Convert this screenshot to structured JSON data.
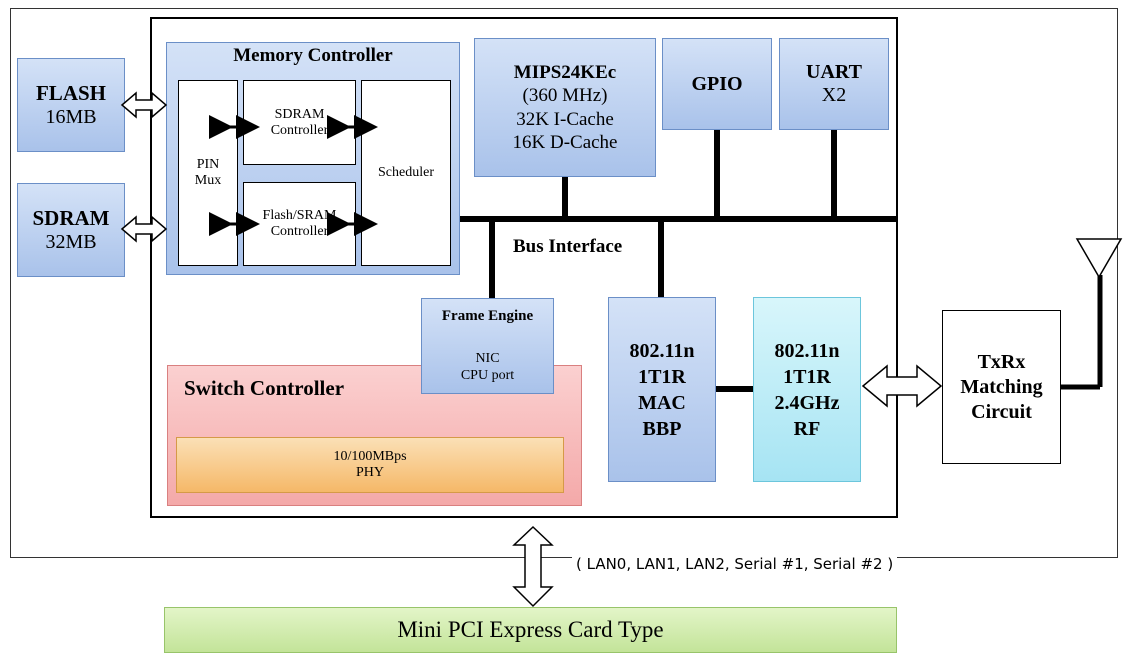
{
  "memory_controller": {
    "title": "Memory Controller",
    "pin_mux": [
      "PIN",
      "Mux"
    ],
    "sdram_controller": [
      "SDRAM",
      "Controller"
    ],
    "flash_sram_controller": [
      "Flash/SRAM",
      "Controller"
    ],
    "scheduler": "Scheduler"
  },
  "flash": {
    "name": "FLASH",
    "size": "16MB"
  },
  "sdram": {
    "name": "SDRAM",
    "size": "32MB"
  },
  "cpu": {
    "lines": [
      "MIPS24KEc",
      "(360 MHz)",
      "32K I-Cache",
      "16K D-Cache"
    ]
  },
  "gpio": {
    "label": "GPIO"
  },
  "uart": {
    "lines": [
      "UART",
      "X2"
    ]
  },
  "bus_interface": "Bus Interface",
  "frame_engine": {
    "title": "Frame Engine",
    "lines": [
      "NIC",
      "CPU port"
    ]
  },
  "switch_controller": {
    "title": "Switch Controller",
    "phy": [
      "10/100MBps",
      "PHY"
    ]
  },
  "mac": {
    "lines": [
      "802.11n",
      "1T1R",
      "MAC",
      "BBP"
    ]
  },
  "rf": {
    "lines": [
      "802.11n",
      "1T1R",
      "2.4GHz",
      "RF"
    ]
  },
  "matching": {
    "lines": [
      "TxRx",
      "Matching",
      "Circuit"
    ]
  },
  "interfaces_note": "( LAN0, LAN1, LAN2, Serial #1, Serial #2 )",
  "card_type": "Mini PCI Express Card Type",
  "colors": {
    "blue_fill": "#a9c2ea",
    "switch_fill": "#f6b4b4",
    "phy_fill": "#f8c88f",
    "rf_fill": "#b8ecf7",
    "card_fill": "#cdeaa6"
  }
}
